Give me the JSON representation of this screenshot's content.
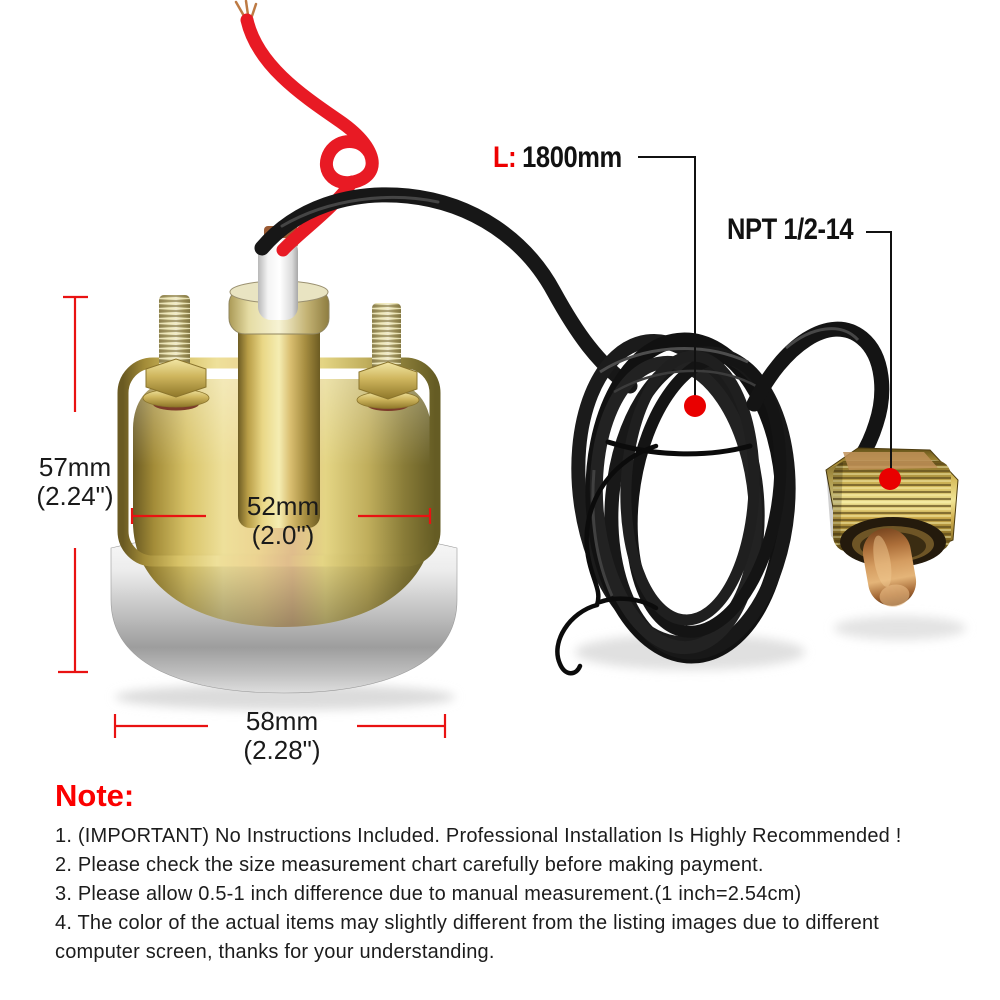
{
  "annotations": {
    "length": {
      "prefix": "L:",
      "value": "1800mm"
    },
    "thread": "NPT 1/2-14",
    "height": {
      "mm": "57mm",
      "inch": "(2.24\")"
    },
    "diameter": {
      "mm": "52mm",
      "inch": "(2.0\")"
    },
    "bezel": {
      "mm": "58mm",
      "inch": "(2.28\")"
    }
  },
  "notes": {
    "title": "Note:",
    "items": [
      "1. (IMPORTANT) No Instructions Included. Professional Installation Is Highly Recommended !",
      "2. Please check the size measurement chart carefully before making payment.",
      "3. Please allow 0.5-1 inch difference due to manual measurement.(1 inch=2.54cm)",
      "4. The color of the actual items may slightly different from the listing images due to different computer screen, thanks for your understanding."
    ]
  },
  "colors": {
    "annotation_red": "#ee0000",
    "dimension_line_red": "#e91212",
    "text_black": "#1a1a1a",
    "note_title_red": "#fb0000",
    "brass_body": "#d8c368",
    "chrome_bezel": "#c2c2c2",
    "copper_probe": "#d49c60",
    "cable_black": "#161616",
    "background": "#ffffff"
  }
}
